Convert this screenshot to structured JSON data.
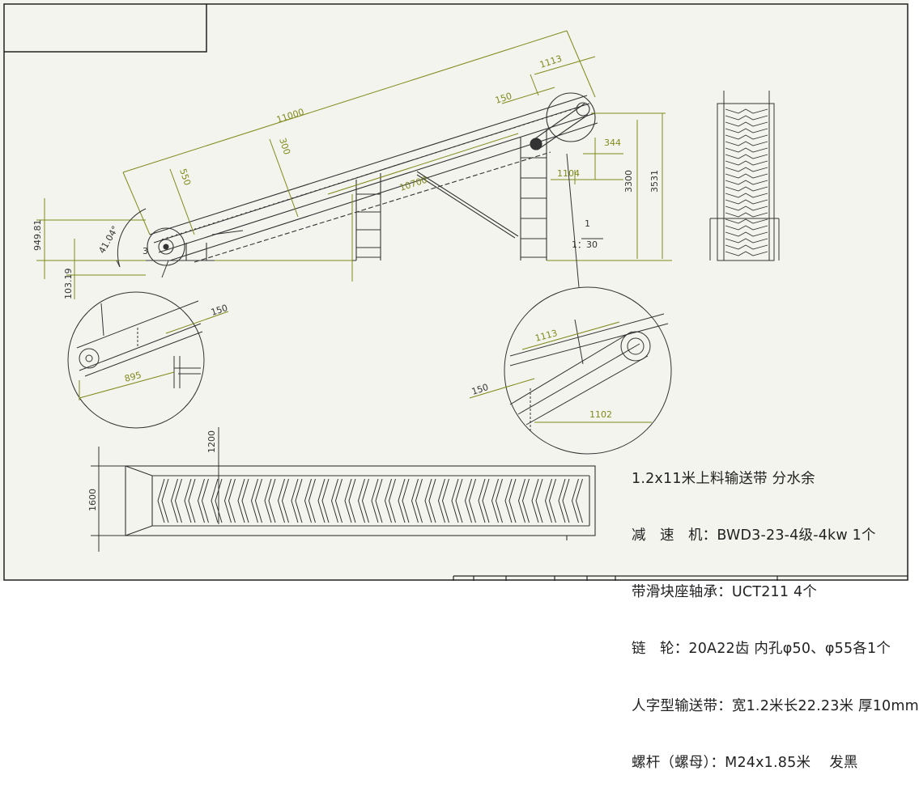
{
  "drawing": {
    "notes": [
      "1.2x11米上料输送带 分水余",
      "减   速   机：BWD3-23-4级-4kw 1个",
      "带滑块座轴承：UCT211 4个",
      "链   轮：20A22齿 内孔φ50、φ55各1个",
      "人字型输送带：宽1.2米长22.23米 厚10mm",
      "螺杆（螺母）：M24x1.85米    发黑"
    ],
    "dimensions": {
      "overall_length": "11000",
      "inner_length": "10700",
      "head_length": "1113",
      "head_offset": "150",
      "head_h1": "344",
      "head_w1": "1104",
      "height1": "3300",
      "height2": "3531",
      "belt_depth": "300",
      "tail_depth": "550",
      "tail_h": "949.81",
      "tail_low": "103.19",
      "angle": "41.04°",
      "tail_small": "3",
      "slope_top": "1",
      "slope_bottom": "1：30",
      "detail_a_offset": "150",
      "detail_a_len": "895",
      "detail_b_len": "1113",
      "detail_b_offset": "150",
      "detail_b_len2": "1102",
      "plan_width": "1600",
      "plan_inner": "1200"
    }
  }
}
